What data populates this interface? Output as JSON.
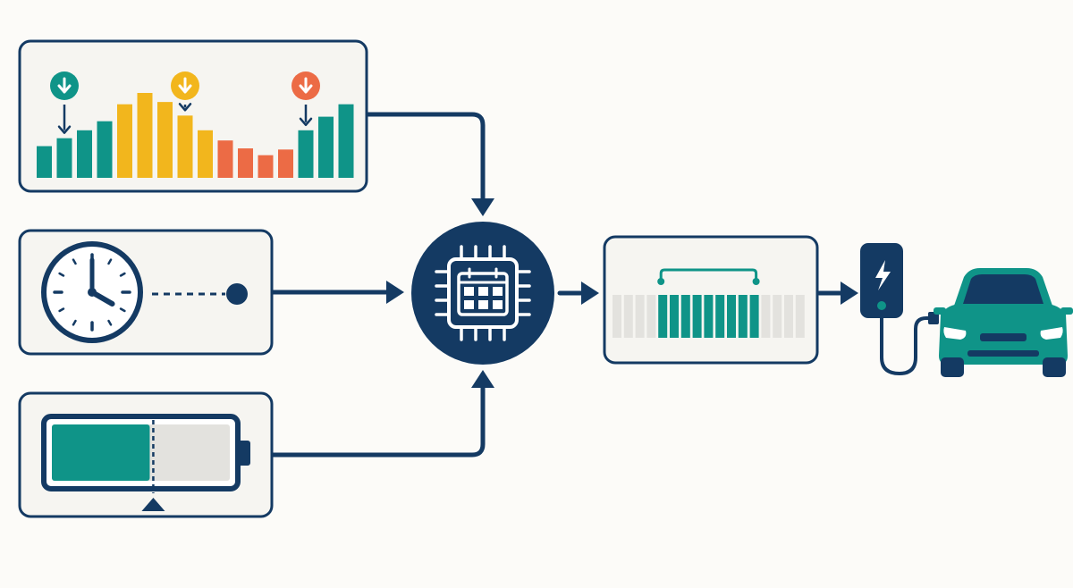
{
  "colors": {
    "navy": "#143a63",
    "teal": "#0f9488",
    "amber": "#f2b61d",
    "coral": "#ec6b45",
    "panel_fill": "#f6f5f1",
    "light_gray": "#e3e2de",
    "background": "#fcfbf8"
  },
  "tariff_panel": {
    "bars": [
      {
        "level": 0.28,
        "band": "low"
      },
      {
        "level": 0.35,
        "band": "low"
      },
      {
        "level": 0.42,
        "band": "low"
      },
      {
        "level": 0.5,
        "band": "low"
      },
      {
        "level": 0.65,
        "band": "peak"
      },
      {
        "level": 0.75,
        "band": "peak"
      },
      {
        "level": 0.67,
        "band": "peak"
      },
      {
        "level": 0.55,
        "band": "peak"
      },
      {
        "level": 0.42,
        "band": "peak"
      },
      {
        "level": 0.33,
        "band": "mid"
      },
      {
        "level": 0.26,
        "band": "mid"
      },
      {
        "level": 0.2,
        "band": "mid"
      },
      {
        "level": 0.25,
        "band": "mid"
      },
      {
        "level": 0.42,
        "band": "low"
      },
      {
        "level": 0.54,
        "band": "low"
      },
      {
        "level": 0.65,
        "band": "low"
      }
    ],
    "markers": [
      {
        "icon": "down-arrow-icon",
        "band": "low",
        "bar": 1
      },
      {
        "icon": "down-arrow-icon",
        "band": "peak",
        "bar": 7
      },
      {
        "icon": "down-arrow-icon",
        "band": "mid",
        "bar": 13
      }
    ]
  },
  "departure_panel": {
    "clock_icon": "clock-icon",
    "clock_time": {
      "hour": 4,
      "minute": 0
    },
    "line_style": "dashed"
  },
  "battery_panel": {
    "battery_icon": "battery-icon",
    "charge_fraction": 0.55,
    "target_fraction": 0.57,
    "marker_icon": "triangle-marker-icon"
  },
  "scheduler": {
    "icon": "chip-calendar-icon"
  },
  "schedule_panel": {
    "total_slots": 17,
    "selected_start": 4,
    "selected_end": 12,
    "bracket_icon": "bracket-icon"
  },
  "charger": {
    "icon": "charging-station-icon",
    "symbol_icon": "lightning-icon"
  },
  "vehicle": {
    "icon": "electric-car-icon"
  }
}
